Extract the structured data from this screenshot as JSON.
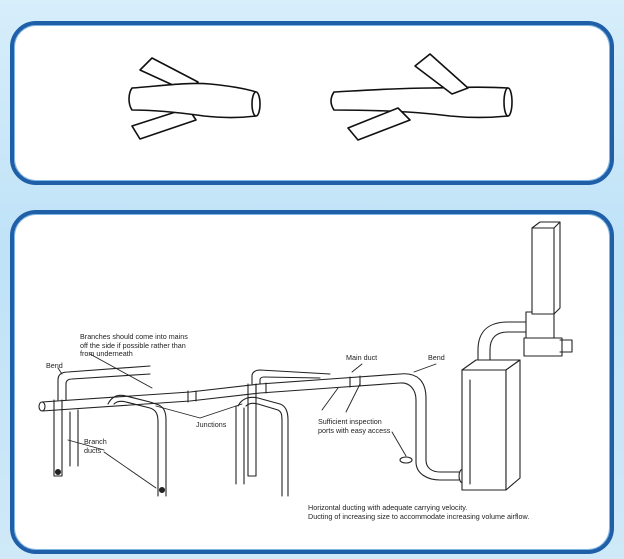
{
  "labels": {
    "branches_note_line1": "Branches should come into mains",
    "branches_note_line2": "off the side if possible rather than",
    "branches_note_line3": "from underneath",
    "bend_left": "Bend",
    "main_duct": "Main duct",
    "bend_right": "Bend",
    "junctions": "Junctions",
    "inspection_line1": "Sufficient inspection",
    "inspection_line2": "ports with easy access",
    "branch_ducts_line1": "Branch",
    "branch_ducts_line2": "ducts",
    "horizontal_line1": "Horizontal ducting with adequate carrying velocity.",
    "horizontal_line2": "Ducting of increasing size to accommodate increasing volume airflow."
  }
}
